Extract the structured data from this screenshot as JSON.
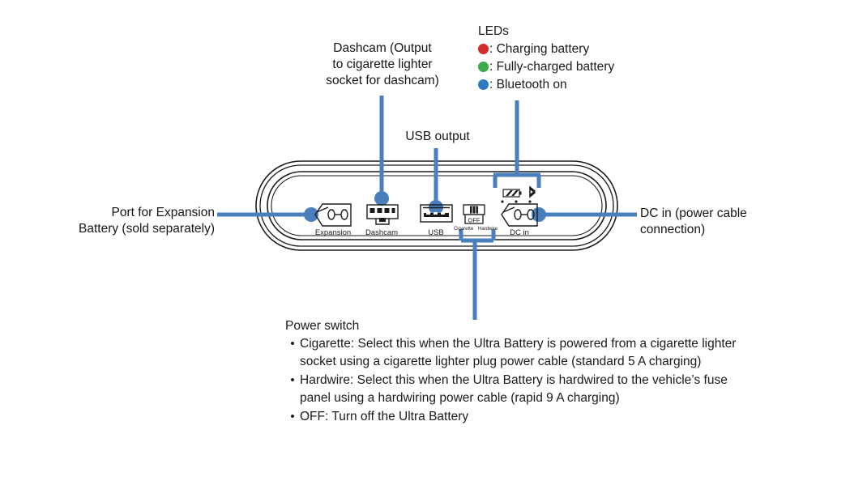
{
  "diagram": {
    "accent_color": "#4a7fbd",
    "outline_color": "#1a1a1a",
    "device_name": "Ultra Battery"
  },
  "callouts": {
    "expansion": "Port for Expansion\nBattery (sold separately)",
    "dashcam": "Dashcam (Output\nto cigarette lighter\nsocket for dashcam)",
    "usb": "USB output",
    "dcin": "DC in (power cable\nconnection)"
  },
  "leds": {
    "title": "LEDs",
    "items": [
      {
        "color": "#d22b2b",
        "label": ": Charging battery",
        "name": "charging-battery"
      },
      {
        "color": "#3cab49",
        "label": ": Fully-charged battery",
        "name": "fully-charged-battery"
      },
      {
        "color": "#2b7cc4",
        "label": ": Bluetooth on",
        "name": "bluetooth-on"
      }
    ]
  },
  "device_ports": {
    "expansion": "Expansion",
    "dashcam": "Dashcam",
    "usb": "USB",
    "dcin": "DC in",
    "switch_off": "OFF",
    "switch_cigarette": "Cigarette",
    "switch_hardwire": "Hardwire"
  },
  "power_switch": {
    "title": "Power switch",
    "bullet_glyph": "•",
    "items": [
      "Cigarette: Select this when the Ultra Battery is powered from a cigarette lighter socket using a cigarette lighter plug power cable (standard 5 A charging)",
      "Hardwire: Select this when the Ultra Battery is hardwired to the vehicle’s fuse panel using a hardwiring power cable (rapid 9 A charging)",
      "OFF: Turn off the Ultra Battery"
    ]
  }
}
